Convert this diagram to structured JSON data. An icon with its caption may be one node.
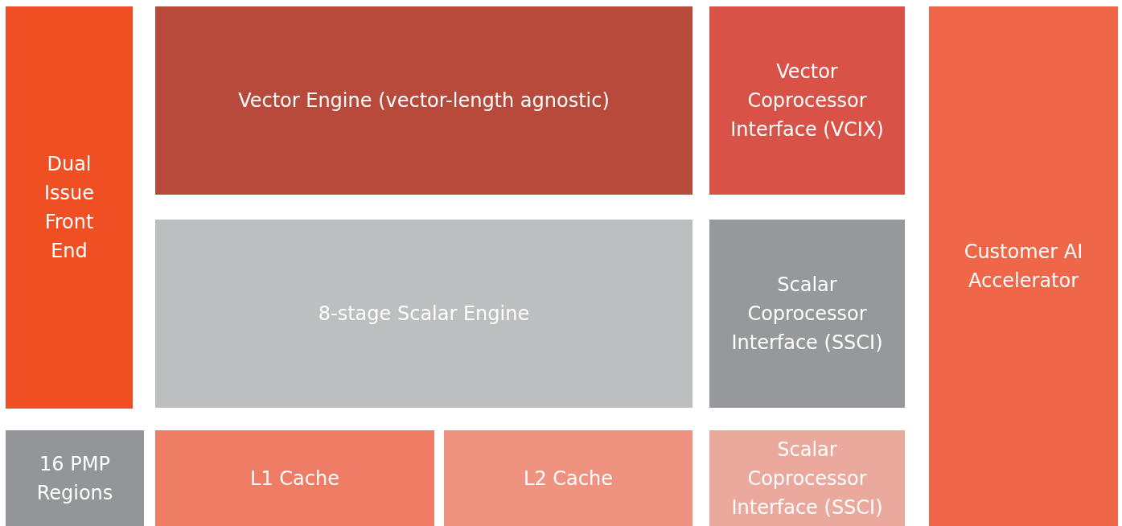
{
  "diagram": {
    "nodes": [
      {
        "text": [
          "Dual Issue Front End"
        ]
      },
      {
        "text": [
          "Vector Engine (vector-length agnostic)"
        ]
      },
      {
        "text": [
          "Vector Coprocessor Interface (VCIX)"
        ]
      },
      {
        "text": [
          "Customer AI Accelerator"
        ]
      },
      {
        "text": [
          "8-stage Scalar Engine"
        ]
      },
      {
        "text": [
          "Scalar Coprocessor Interface (SSCI)"
        ]
      },
      {
        "text": [
          "16 PMP Regions"
        ]
      },
      {
        "text": [
          "L1 Cache"
        ]
      },
      {
        "text": [
          "L2 Cache"
        ]
      },
      {
        "text": [
          "Scalar Coprocessor Interface (SSCI)"
        ]
      }
    ]
  }
}
